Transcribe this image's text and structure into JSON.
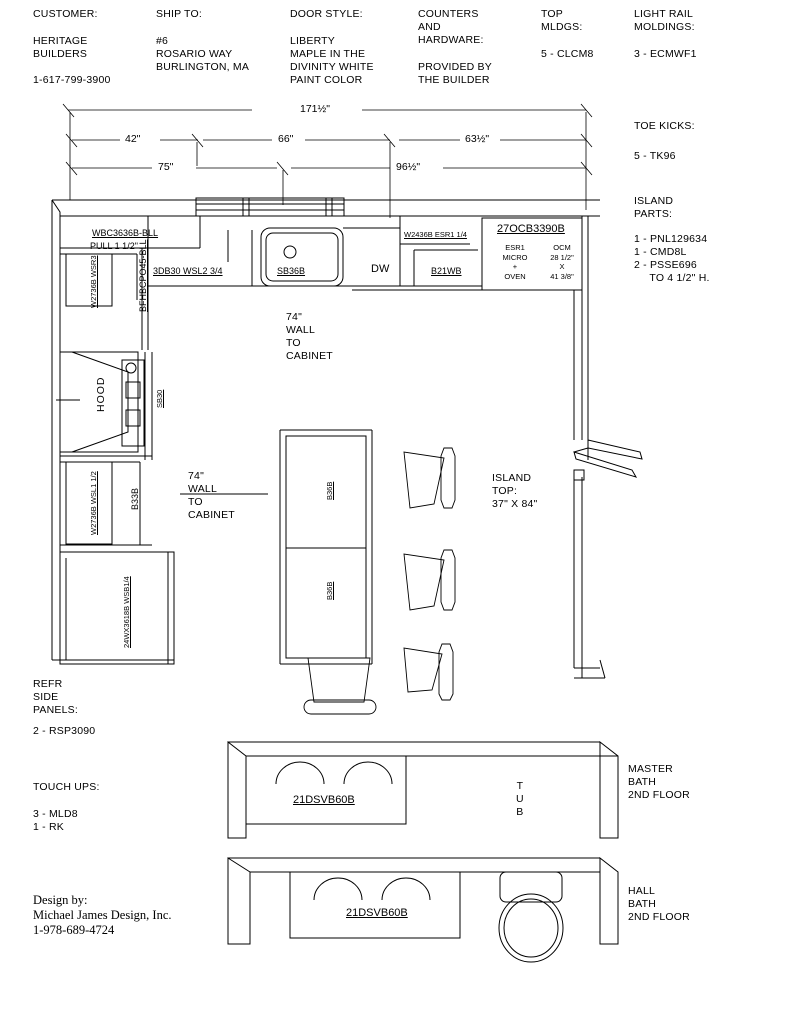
{
  "header": {
    "columns": [
      {
        "title": "CUSTOMER:",
        "lines": [
          "HERITAGE",
          "BUILDERS"
        ],
        "extra": "1-617-799-3900"
      },
      {
        "title": "SHIP TO:",
        "lines": [
          "#6",
          "ROSARIO WAY",
          "BURLINGTON, MA"
        ],
        "extra": ""
      },
      {
        "title": "DOOR STYLE:",
        "lines": [
          "LIBERTY",
          "MAPLE IN THE",
          "DIVINITY WHITE",
          "PAINT COLOR"
        ],
        "extra": ""
      },
      {
        "title": "COUNTERS\nAND\nHARDWARE:",
        "lines": [
          "PROVIDED BY",
          "THE BUILDER"
        ],
        "extra": ""
      },
      {
        "title": "TOP\nMLDGS:",
        "lines": [
          "5 - CLCM8"
        ],
        "extra": ""
      },
      {
        "title": "LIGHT RAIL\nMOLDINGS:",
        "lines": [
          "3 - ECMWF1"
        ],
        "extra": ""
      }
    ]
  },
  "dimensions": {
    "overall": "171½\"",
    "row2": [
      "42\"",
      "66\"",
      "63½\""
    ],
    "row3": [
      "75\"",
      "96½\""
    ]
  },
  "right_panel": {
    "toe_kicks_title": "TOE KICKS:",
    "toe_kicks_value": "5 - TK96",
    "island_parts_title": "ISLAND\nPARTS:",
    "island_parts": [
      "1 - PNL129634",
      "1 - CMD8L",
      "2 - PSSE696",
      "     TO 4 1/2\" H."
    ]
  },
  "kitchen": {
    "wall_upper_label": "WBC3636B-BLL",
    "wall_upper_pull": "PULL 1 1/2\"",
    "cab_w2736b_wsr3": "W2736B WSR3",
    "cab_bfhbcpo45": "BFHBCPO45-BLL",
    "cab_3db30": "3DB30 WSL2 3/4",
    "sink": "SB36B",
    "cab_w2436b": "W2436B ESR1 1/4",
    "dishwasher": "DW",
    "cab_b21wb": "B21WB",
    "oven_code": "27OCB3390B",
    "oven_left": "ESR1\nMICRO\n+\nOVEN",
    "oven_right": "OCM\n28 1/2\"\nX\n41 3/8\"",
    "hood": "HOOD",
    "cab_sb30": "SB30",
    "cab_w2736b_wsl1": "W2736B WSL1 1/2",
    "cab_b33b": "B33B",
    "cab_24wx3618b": "24WX3618B WSB1/4",
    "note_wall_to_cab_1": "74\"\nWALL\nTO\nCABINET",
    "note_wall_to_cab_2": "74\"\nWALL\nTO\nCABINET",
    "island_cab_top": "B36B",
    "island_cab_bottom": "B36B",
    "island_top_note": "ISLAND\nTOP:\n37\" X 84\""
  },
  "bottom_left": {
    "refr_title": "REFR\nSIDE\nPANELS:",
    "refr_value": "2 - RSP3090",
    "touch_ups_title": "TOUCH UPS:",
    "touch_ups": [
      "3 - MLD8",
      "1 - RK"
    ],
    "designer": "Design by:\nMichael James Design, Inc.\n1-978-689-4724"
  },
  "baths": {
    "master": {
      "vanity": "21DSVB60B",
      "tub": "T\nU\nB",
      "label": "MASTER\nBATH\n2ND FLOOR"
    },
    "hall": {
      "vanity": "21DSVB60B",
      "label": "HALL\nBATH\n2ND FLOOR"
    }
  }
}
